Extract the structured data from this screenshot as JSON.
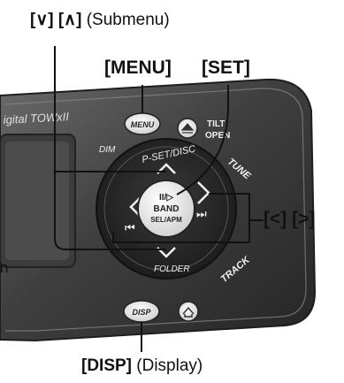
{
  "device": {
    "brand_text": "igital TOWxII",
    "labels": {
      "dim": "DIM",
      "pset_disc": "P-SET/DISC",
      "tilt": "TILT",
      "open": "OPEN",
      "tune": "TUNE",
      "track": "TRACK",
      "folder": "FOLDER"
    },
    "buttons": {
      "menu": "MENU",
      "disp": "DISP",
      "center_line1": "II/▷",
      "center_line2": "BAND",
      "center_line3": "SEL/APM"
    },
    "side_letter": "n"
  },
  "callouts": {
    "up_down": {
      "key": "[∨] [∧]",
      "desc": "(Submenu)"
    },
    "menu": {
      "key": "[MENU]"
    },
    "set": {
      "key": "[SET]"
    },
    "left_right": {
      "key": "[<] [>]"
    },
    "disp": {
      "key": "[DISP]",
      "desc": "(Display)"
    }
  },
  "colors": {
    "panel_dark": "#3a3a3a",
    "button_light": "#f2f2f2",
    "line": "#111111"
  }
}
